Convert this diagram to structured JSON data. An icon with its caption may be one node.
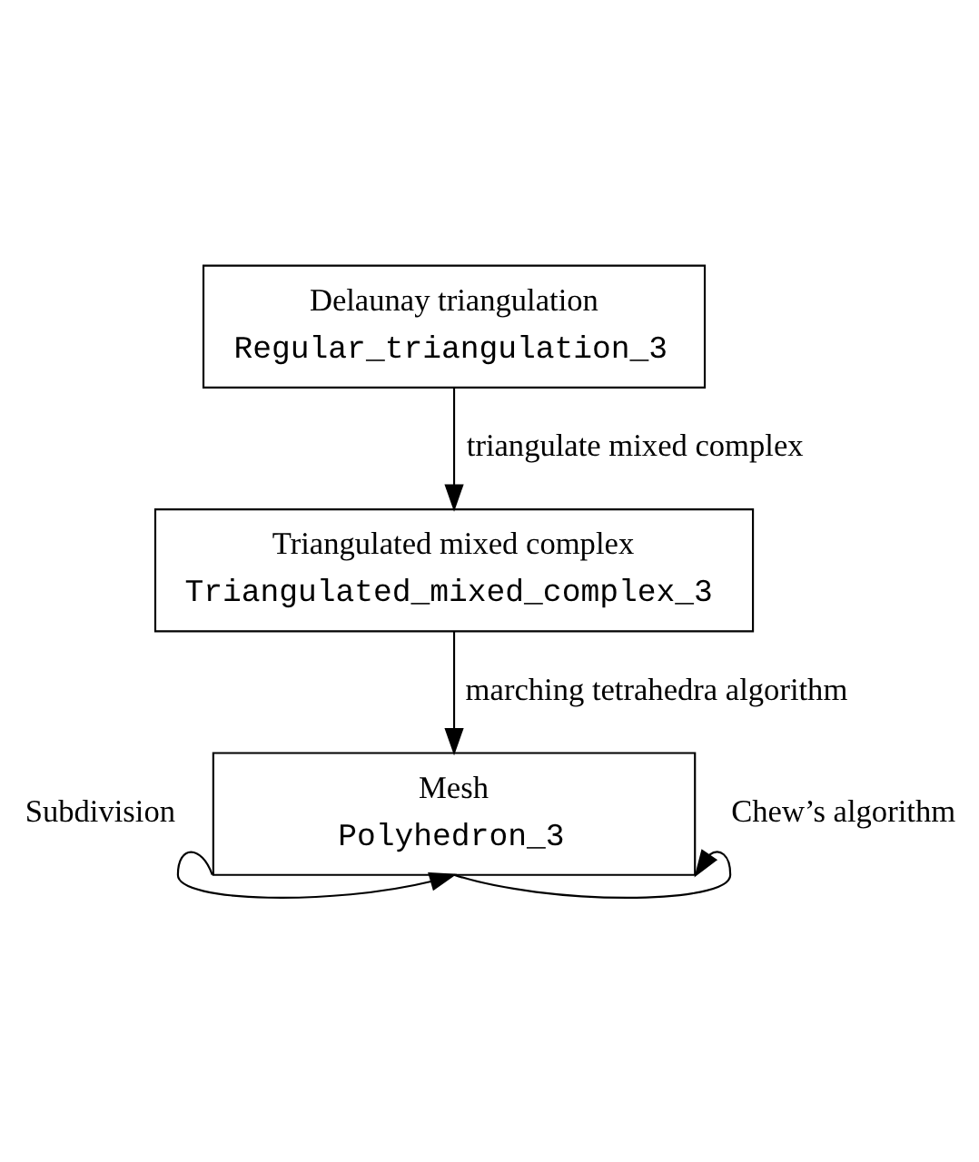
{
  "diagram": {
    "nodes": [
      {
        "text": [
          "Delaunay triangulation",
          "Regular_triangulation_3"
        ]
      },
      {
        "text": [
          "Triangulated mixed complex",
          "Triangulated_mixed_complex_3"
        ]
      },
      {
        "text": [
          "Mesh",
          "Polyhedron_3"
        ]
      }
    ],
    "edges": [
      {
        "from": 0,
        "to": 1,
        "arrow": "to",
        "label": "triangulate mixed complex"
      },
      {
        "from": 1,
        "to": 2,
        "arrow": "to",
        "label": "marching tetrahedra algorithm"
      },
      {
        "from": 2,
        "to": 2,
        "arrow": "to",
        "label": "Subdivision"
      },
      {
        "from": 2,
        "to": 2,
        "arrow": "to",
        "label": "Chew’s algorithm"
      }
    ]
  }
}
